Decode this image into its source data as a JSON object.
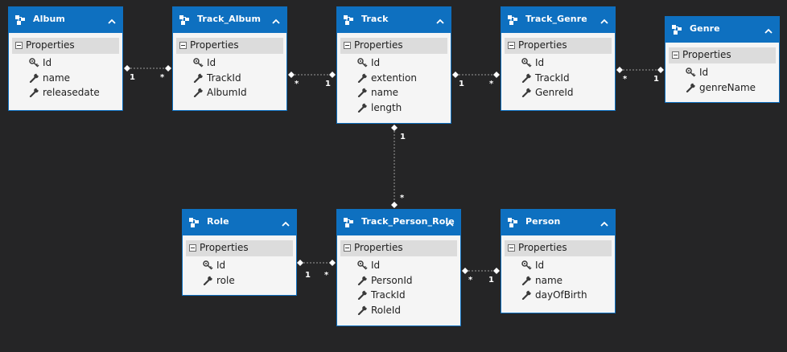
{
  "section_label": "Properties",
  "colors": {
    "background": "#252526",
    "header": "#0e70c0",
    "body": "#f5f5f5",
    "section": "#dcdcdc",
    "link": "#9a9a9a"
  },
  "icons": {
    "entity": "entity-icon",
    "collapse": "chevron-up-icon",
    "key": "key-icon",
    "property": "wrench-icon"
  },
  "entities": [
    {
      "id": "album",
      "title": "Album",
      "properties": [
        {
          "name": "Id",
          "key": true
        },
        {
          "name": "name",
          "key": false
        },
        {
          "name": "releasedate",
          "key": false
        }
      ]
    },
    {
      "id": "track_album",
      "title": "Track_Album",
      "properties": [
        {
          "name": "Id",
          "key": true
        },
        {
          "name": "TrackId",
          "key": false
        },
        {
          "name": "AlbumId",
          "key": false
        }
      ]
    },
    {
      "id": "track",
      "title": "Track",
      "properties": [
        {
          "name": "Id",
          "key": true
        },
        {
          "name": "extention",
          "key": false
        },
        {
          "name": "name",
          "key": false
        },
        {
          "name": "length",
          "key": false
        }
      ]
    },
    {
      "id": "track_genre",
      "title": "Track_Genre",
      "properties": [
        {
          "name": "Id",
          "key": true
        },
        {
          "name": "TrackId",
          "key": false
        },
        {
          "name": "GenreId",
          "key": false
        }
      ]
    },
    {
      "id": "genre",
      "title": "Genre",
      "properties": [
        {
          "name": "Id",
          "key": true
        },
        {
          "name": "genreName",
          "key": false
        }
      ]
    },
    {
      "id": "role",
      "title": "Role",
      "properties": [
        {
          "name": "Id",
          "key": true
        },
        {
          "name": "role",
          "key": false
        }
      ]
    },
    {
      "id": "track_person_role",
      "title": "Track_Person_Role",
      "properties": [
        {
          "name": "Id",
          "key": true
        },
        {
          "name": "PersonId",
          "key": false
        },
        {
          "name": "TrackId",
          "key": false
        },
        {
          "name": "RoleId",
          "key": false
        }
      ]
    },
    {
      "id": "person",
      "title": "Person",
      "properties": [
        {
          "name": "Id",
          "key": true
        },
        {
          "name": "name",
          "key": false
        },
        {
          "name": "dayOfBirth",
          "key": false
        }
      ]
    }
  ],
  "associations": [
    {
      "from": "album",
      "to": "track_album",
      "from_mult": "1",
      "to_mult": "*"
    },
    {
      "from": "track_album",
      "to": "track",
      "from_mult": "*",
      "to_mult": "1"
    },
    {
      "from": "track",
      "to": "track_genre",
      "from_mult": "1",
      "to_mult": "*"
    },
    {
      "from": "track_genre",
      "to": "genre",
      "from_mult": "*",
      "to_mult": "1"
    },
    {
      "from": "track",
      "to": "track_person_role",
      "from_mult": "1",
      "to_mult": "*"
    },
    {
      "from": "role",
      "to": "track_person_role",
      "from_mult": "1",
      "to_mult": "*"
    },
    {
      "from": "track_person_role",
      "to": "person",
      "from_mult": "*",
      "to_mult": "1"
    }
  ]
}
